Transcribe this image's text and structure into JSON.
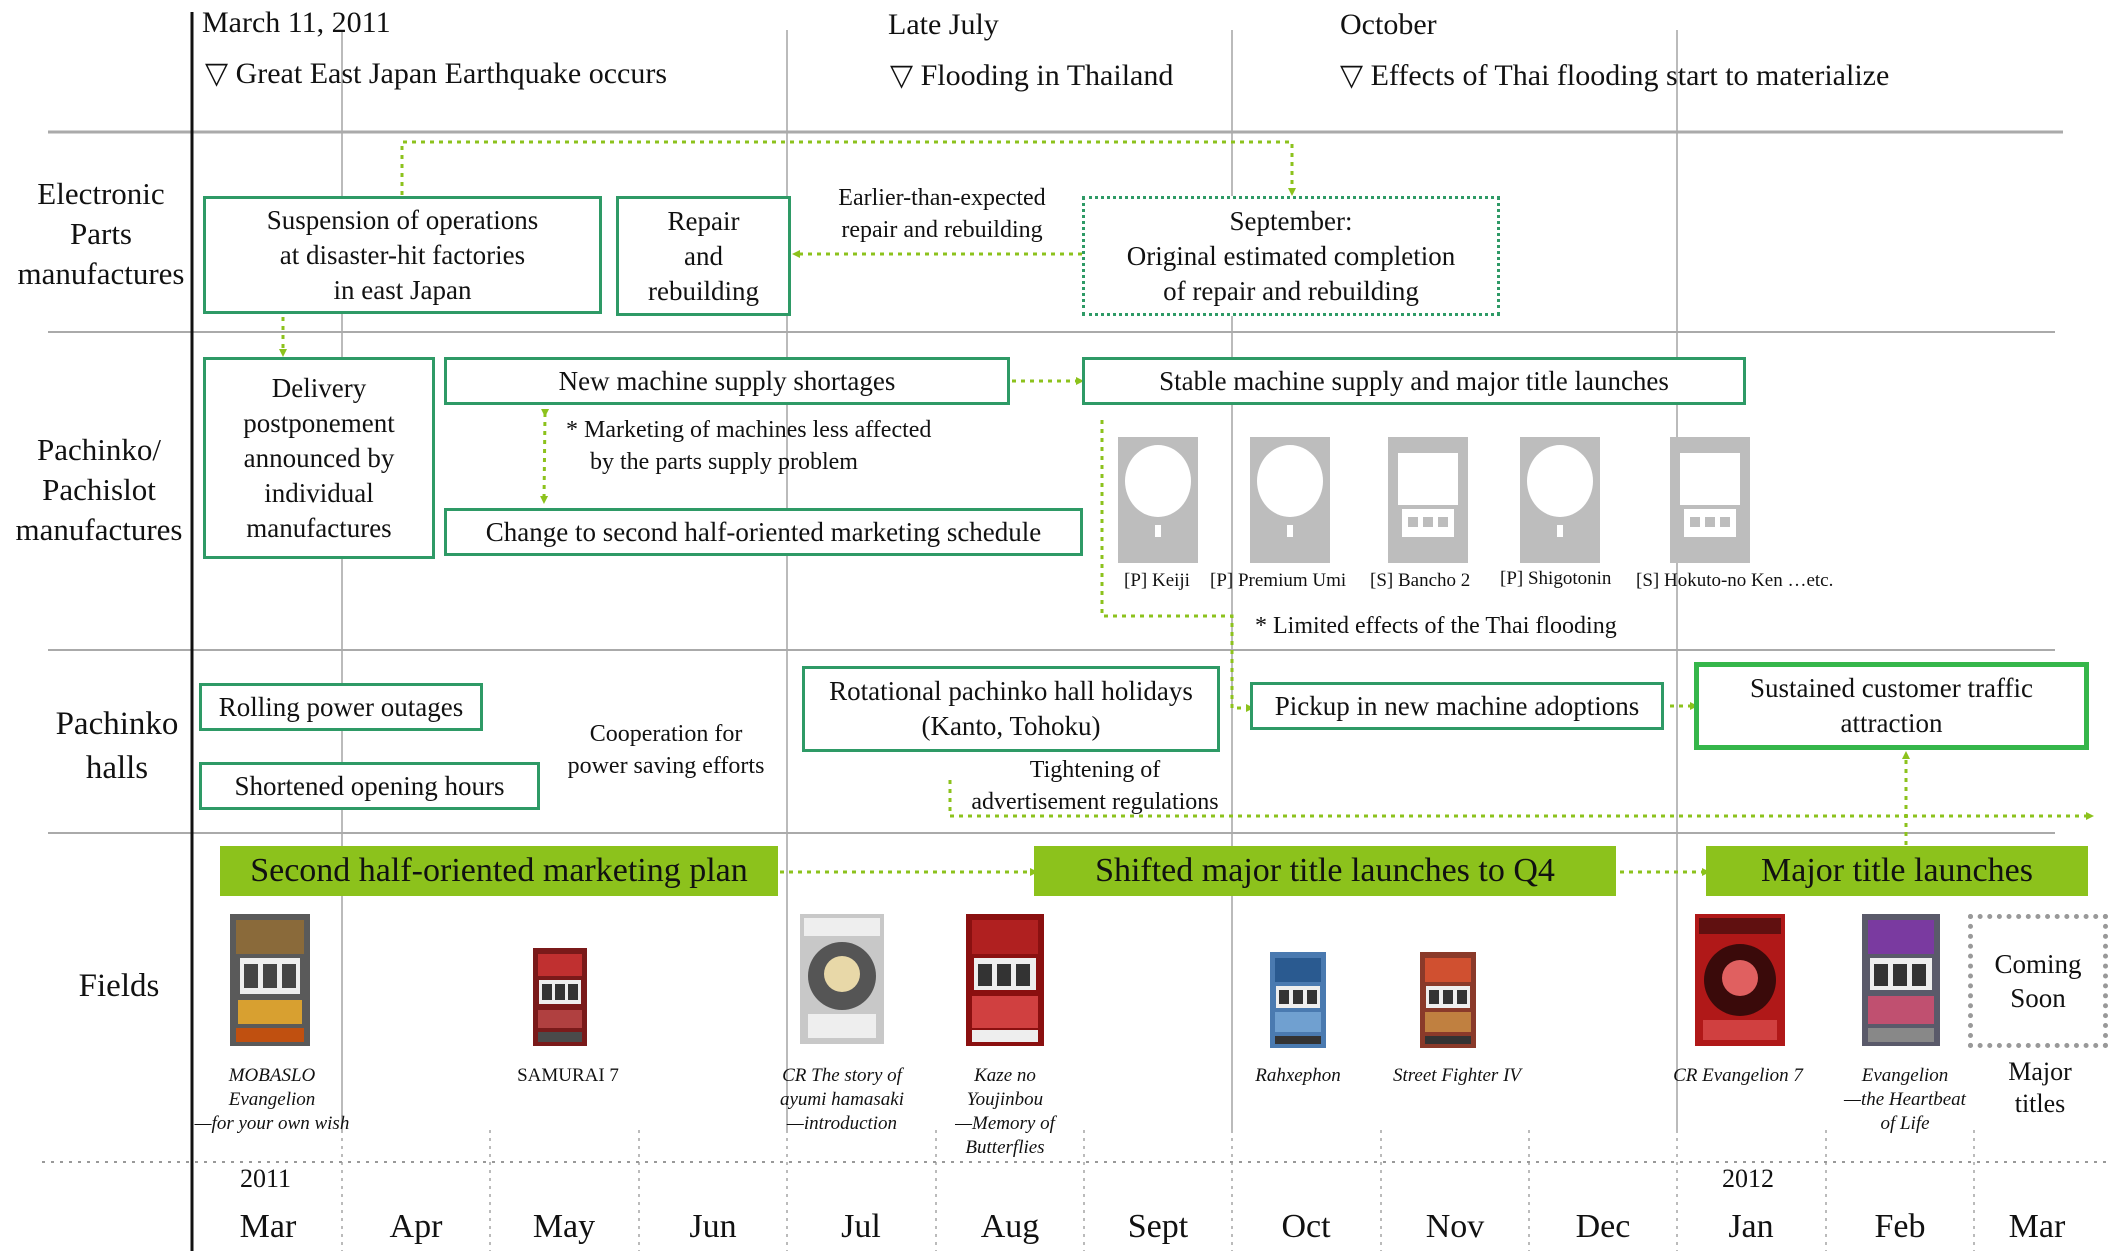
{
  "events": [
    {
      "date": "March 11, 2011",
      "text": "▽ Great East Japan Earthquake occurs"
    },
    {
      "date": "Late July",
      "text": "▽ Flooding in Thailand"
    },
    {
      "date": "October",
      "text": "▽ Effects of Thai flooding start to materialize"
    }
  ],
  "lanes": {
    "electronic": [
      "Electronic",
      "Parts",
      "manufactures"
    ],
    "pachinko": [
      "Pachinko/",
      "Pachislot",
      "manufactures"
    ],
    "halls": [
      "Pachinko",
      "halls"
    ],
    "fields": "Fields"
  },
  "electronic": {
    "suspension": [
      "Suspension of operations",
      "at disaster-hit factories",
      "in east Japan"
    ],
    "repair": [
      "Repair",
      "and",
      "rebuilding"
    ],
    "earlier": [
      "Earlier-than-expected",
      "repair and rebuilding"
    ],
    "september": [
      "September:",
      "Original estimated completion",
      "of repair and rebuilding"
    ]
  },
  "pachinko": {
    "delivery": [
      "Delivery",
      "postponement",
      "announced by",
      "individual",
      "manufactures"
    ],
    "shortages": "New machine supply shortages",
    "marketing_note": [
      "* Marketing of machines less affected",
      "by the parts supply problem"
    ],
    "change": "Change to second half-oriented marketing schedule",
    "stable": "Stable machine supply and major title launches",
    "machines": [
      {
        "label": "[P] Keiji",
        "icon": "pachinko-machine-icon"
      },
      {
        "label": "[P] Premium Umi",
        "icon": "pachinko-machine-icon"
      },
      {
        "label": "[S] Bancho 2",
        "icon": "pachislot-machine-icon"
      },
      {
        "label": "[P] Shigotonin",
        "icon": "pachinko-machine-icon"
      },
      {
        "label": "[S] Hokuto-no Ken …etc.",
        "icon": "pachislot-machine-icon"
      }
    ],
    "limited_note": "* Limited effects of the Thai flooding"
  },
  "halls": {
    "rolling": "Rolling power outages",
    "shortened": "Shortened opening hours",
    "cooperation": [
      "Cooperation for",
      "power saving efforts"
    ],
    "rotational": [
      "Rotational pachinko hall holidays",
      "(Kanto, Tohoku)"
    ],
    "tightening": [
      "Tightening of",
      "advertisement regulations"
    ],
    "pickup": "Pickup in new machine adoptions",
    "sustained": [
      "Sustained customer traffic",
      "attraction"
    ]
  },
  "fields": {
    "plan": "Second half-oriented marketing plan",
    "shifted": "Shifted major title launches to Q4",
    "major": "Major title launches",
    "titles": [
      [
        "MOBASLO",
        "Evangelion",
        "—for your own wish"
      ],
      [
        "SAMURAI 7"
      ],
      [
        "CR The story of",
        "ayumi hamasaki",
        "—introduction"
      ],
      [
        "Kaze no",
        "Youjinbou",
        "—Memory of",
        "Butterflies"
      ],
      [
        "Rahxephon"
      ],
      [
        "Street Fighter IV"
      ],
      [
        "CR Evangelion 7"
      ],
      [
        "Evangelion",
        "—the Heartbeat",
        "of Life"
      ]
    ],
    "coming_soon": [
      "Coming",
      "Soon"
    ],
    "major_titles": [
      "Major",
      "titles"
    ]
  },
  "timeline": {
    "years": [
      "2011",
      "2012"
    ],
    "months": [
      "Mar",
      "Apr",
      "May",
      "Jun",
      "Jul",
      "Aug",
      "Sept",
      "Oct",
      "Nov",
      "Dec",
      "Jan",
      "Feb",
      "Mar"
    ]
  },
  "colors": {
    "box_border": "#2e9a66",
    "bar_fill": "#8cc21c",
    "arrow": "#8cc21c",
    "machine_gray": "#bdbdbd"
  }
}
